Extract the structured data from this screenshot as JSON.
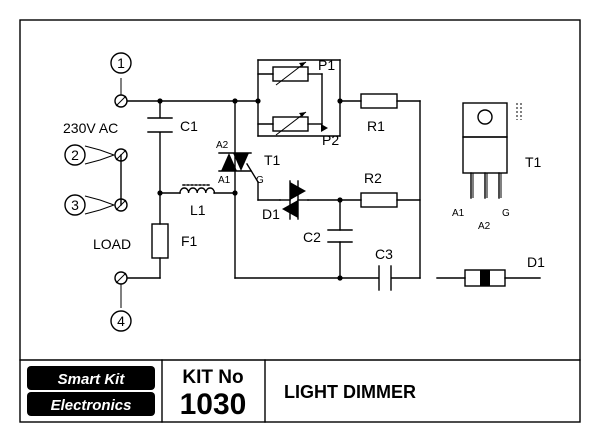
{
  "labels": {
    "term1": "1",
    "term2": "2",
    "term3": "3",
    "term4": "4",
    "supply": "230V AC",
    "load": "LOAD",
    "c1": "C1",
    "c2": "C2",
    "c3": "C3",
    "p1": "P1",
    "p2": "P2",
    "r1": "R1",
    "r2": "R2",
    "l1": "L1",
    "f1": "F1",
    "t1": "T1",
    "d1": "D1",
    "a1": "A1",
    "a2": "A2",
    "g": "G",
    "pkg_t1": "T1",
    "pkg_a1": "A1",
    "pkg_a2": "A2",
    "pkg_g": "G",
    "pkg_d1": "D1"
  },
  "titleblock": {
    "brand_line1": "Smart Kit",
    "brand_line2": "Electronics",
    "kit_label": "KIT No",
    "kit_number": "1030",
    "title": "LIGHT DIMMER"
  }
}
